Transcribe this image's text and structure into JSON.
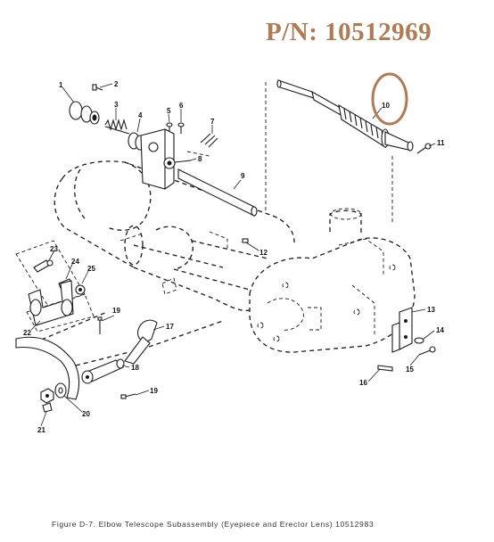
{
  "header": {
    "part_number": "P/N: 10512969"
  },
  "figure": {
    "caption": "Figure D-7. Elbow Telescope Subassembly (Eyepiece and Erector Lens) 10512983"
  },
  "highlight": {
    "color": "#b07a52",
    "target_callout": "10"
  },
  "callouts": {
    "c1": "1",
    "c2": "2",
    "c3": "3",
    "c4": "4",
    "c5": "5",
    "c6": "6",
    "c7": "7",
    "c8": "8",
    "c9": "9",
    "c10": "10",
    "c11": "11",
    "c12": "12",
    "c13": "13",
    "c14": "14",
    "c15": "15",
    "c16": "16",
    "c17": "17",
    "c18": "18",
    "c19a": "19",
    "c19b": "19",
    "c20": "20",
    "c21": "21",
    "c22": "22",
    "c23": "23",
    "c24": "24",
    "c25": "25"
  }
}
